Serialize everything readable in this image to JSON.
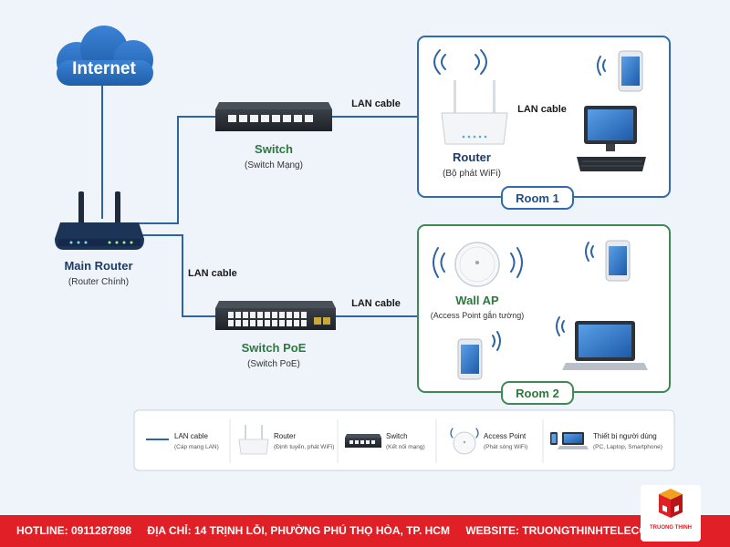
{
  "cloud": {
    "label": "Internet"
  },
  "main_router": {
    "title": "Main Router",
    "subtitle": "(Router Chính)"
  },
  "switch": {
    "title": "Switch",
    "subtitle": "(Switch Mạng)"
  },
  "switch_poe": {
    "title": "Switch PoE",
    "subtitle": "(Switch PoE)"
  },
  "room1": {
    "badge": "Room 1",
    "router_title": "Router",
    "router_subtitle": "(Bộ phát WiFi)",
    "cable_label": "LAN cable"
  },
  "room2": {
    "badge": "Room 2",
    "ap_title": "Wall AP",
    "ap_subtitle": "(Access Point gắn tường)"
  },
  "cables": {
    "switch_to_room1": "LAN cable",
    "router_to_poe": "LAN cable",
    "poe_to_room2": "LAN cable"
  },
  "legend": {
    "items": [
      {
        "title": "LAN cable",
        "subtitle": "(Cáp mạng LAN)"
      },
      {
        "title": "Router",
        "subtitle": "(Định tuyến, phát WiFi)"
      },
      {
        "title": "Switch",
        "subtitle": "(Kết nối mạng)"
      },
      {
        "title": "Access Point",
        "subtitle": "(Phát sóng WiFi)"
      },
      {
        "title": "Thiết bị người dùng",
        "subtitle": "(PC, Laptop, Smartphone)"
      }
    ]
  },
  "footer": {
    "hotline": "HOTLINE: 0911287898",
    "address": "ĐỊA CHỈ: 14 TRỊNH LỖI, PHƯỜNG PHÚ THỌ HÒA, TP. HCM",
    "website": "WEBSITE: TRUONGTHINHTELECOM.COM"
  },
  "logo": {
    "text": "TRUONG THINH"
  },
  "colors": {
    "navy": "#1d3b66",
    "cable": "#2e64a3",
    "room1_border": "#2f6bb5",
    "room2_border": "#3e8a55",
    "red": "#e01f26",
    "cloud": "#2a6fc1"
  }
}
